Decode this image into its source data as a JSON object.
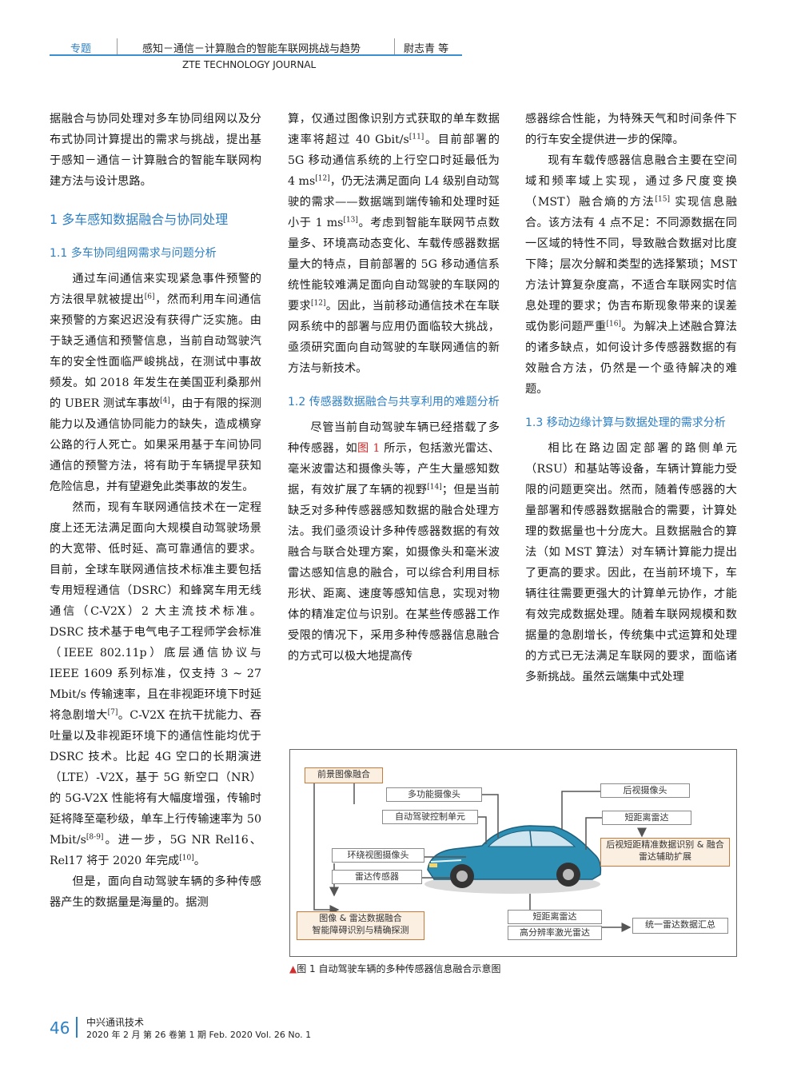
{
  "header": {
    "topic": "专题",
    "title": "感知－通信－计算融合的智能车联网挑战与趋势",
    "author": "尉志青 等",
    "journal": "ZTE TECHNOLOGY JOURNAL"
  },
  "col1": {
    "p0": "据融合与协同处理对多车协同组网以及分布式协同计算提出的需求与挑战，提出基于感知－通信－计算融合的智能车联网构建方法与设计思路。",
    "h1": "1 多车感知数据融合与协同处理",
    "h2": "1.1 多车协同组网需求与问题分析",
    "p1a": "通过车间通信来实现紧急事件预警的方法很早就被提出",
    "r6": "[6]",
    "p1b": "，然而利用车间通信来预警的方案迟迟没有获得广泛实施。由于缺乏通信和预警信息，当前自动驾驶汽车的安全性面临严峻挑战，在测试中事故频发。如 2018 年发生在美国亚利桑那州的 UBER 测试车事故",
    "r4": "[4]",
    "p1c": "，由于有限的探测能力以及通信协同能力的缺失，造成横穿公路的行人死亡。如果采用基于车间协同通信的预警方法，将有助于车辆提早获知危险信息，并有望避免此类事故的发生。",
    "p2a": "然而，现有车联网通信技术在一定程度上还无法满足面向大规模自动驾驶场景的大宽带、低时延、高可靠通信的要求。目前，全球车联网通信技术标准主要包括专用短程通信（DSRC）和蜂窝车用无线通信（C-V2X）2 大主流技术标准。DSRC 技术基于电气电子工程师学会标准（IEEE 802.11p）底层通信协议与 IEEE 1609 系列标准，仅支持 3 ~ 27 Mbit/s 传输速率，且在非视距环境下时延将急剧增大",
    "r7": "[7]",
    "p2b": "。C-V2X 在抗干扰能力、吞吐量以及非视距环境下的通信性能均优于 DSRC 技术。比起 4G 空口的长期演进（LTE）-V2X，基于 5G 新空口（NR）的 5G-V2X 性能将有大幅度增强，传输时延将降至毫秒级，单车上行传输速率为 50 Mbit/s",
    "r89": "[8-9]",
    "p2c": "。进一步，5G NR Rel16、Rel17 将于 2020 年完成",
    "r10": "[10]",
    "p2d": "。",
    "p3": "但是，面向自动驾驶车辆的多种传感器产生的数据量是海量的。据测"
  },
  "col2": {
    "p0a": "算，仅通过图像识别方式获取的单车数据速率将超过 40 Gbit/s",
    "r11": "[11]",
    "p0b": "。目前部署的 5G 移动通信系统的上行空口时延最低为 4 ms",
    "r12a": "[12]",
    "p0c": "，仍无法满足面向 L4 级别自动驾驶的需求——数据端到端传输和处理时延小于 1 ms",
    "r13": "[13]",
    "p0d": "。考虑到智能车联网节点数量多、环境高动态变化、车载传感器数据量大的特点，目前部署的 5G 移动通信系统性能较难满足面向自动驾驶的车联网的要求",
    "r12b": "[12]",
    "p0e": "。因此，当前移动通信技术在车联网系统中的部署与应用仍面临较大挑战，亟须研究面向自动驾驶的车联网通信的新方法与新技术。",
    "h2": "1.2 传感器数据融合与共享利用的难题分析",
    "p1a": "尽管当前自动驾驶车辆已经搭载了多种传感器，如",
    "figref": "图 1",
    "p1b": " 所示，包括激光雷达、毫米波雷达和摄像头等，产生大量感知数据，有效扩展了车辆的视野",
    "r14": "[14]",
    "p1c": "；但是当前缺乏对多种传感器感知数据的融合处理方法。我们亟须设计多种传感器数据的有效融合与联合处理方案，如摄像头和毫米波雷达感知信息的融合，可以综合利用目标形状、距离、速度等感知信息，实现对物体的精准定位与识别。在某些传感器工作受限的情况下，采用多种传感器信息融合的方式可以极大地提高传"
  },
  "col3": {
    "p0": "感器综合性能，为特殊天气和时间条件下的行车安全提供进一步的保障。",
    "p1a": "现有车载传感器信息融合主要在空间域和频率域上实现，通过多尺度变换（MST）融合熵的方法",
    "r15": "[15]",
    "p1b": " 实现信息融合。该方法有 4 点不足：不同源数据在同一区域的特性不同，导致融合数据对比度下降；层次分解和类型的选择繁琐；MST 方法计算复杂度高，不适合车联网实时信息处理的要求；伪吉布斯现象带来的误差或伪影问题严重",
    "r16": "[16]",
    "p1c": "。为解决上述融合算法的诸多缺点，如何设计多传感器数据的有效融合方法，仍然是一个亟待解决的难题。",
    "h2": "1.3 移动边缘计算与数据处理的需求分析",
    "p2": "相比在路边固定部署的路侧单元（RSU）和基站等设备，车辆计算能力受限的问题更突出。然而，随着传感器的大量部署和传感器数据融合的需要，计算处理的数据量也十分庞大。且数据融合的算法（如 MST 算法）对车辆计算能力提出了更高的要求。因此，在当前环境下，车辆往往需要更强大的计算单元协作，才能有效完成数据处理。随着车联网规模和数据量的急剧增长，传统集中式运算和处理的方式已无法满足车联网的要求，面临诸多新挑战。虽然云端集中式处理"
  },
  "figure": {
    "labels": {
      "front_image_fusion": "前景图像融合",
      "multi_camera": "多功能摄像头",
      "adas_unit": "自动驾驶控制单元",
      "surround_camera": "环绕视图摄像头",
      "radar_sensor": "雷达传感器",
      "image_radar_fusion_1": "图像 & 雷达数据融合",
      "image_radar_fusion_2": "智能障碍识别与精确探测",
      "rear_camera": "后视摄像头",
      "short_radar_1": "短距离雷达",
      "rear_fusion_1": "后视短距精准数据识别 & 融合",
      "rear_fusion_2": "雷达辅助扩展",
      "short_radar_2": "短距离雷达",
      "hires_lidar": "高分辨率激光雷达",
      "unified_radar": "统一雷达数据汇总"
    },
    "caption_marker": "▲",
    "caption": "图 1 自动驾驶车辆的多种传感器信息融合示意图",
    "colors": {
      "box_fill": "#fbefe2",
      "box_border": "#c87a3a",
      "car_body": "#2e8fb5"
    }
  },
  "footer": {
    "page": "46",
    "journal_cn": "中兴通讯技术",
    "issue": "2020 年 2 月   第 26 卷第 1 期   Feb. 2020   Vol. 26   No. 1"
  }
}
